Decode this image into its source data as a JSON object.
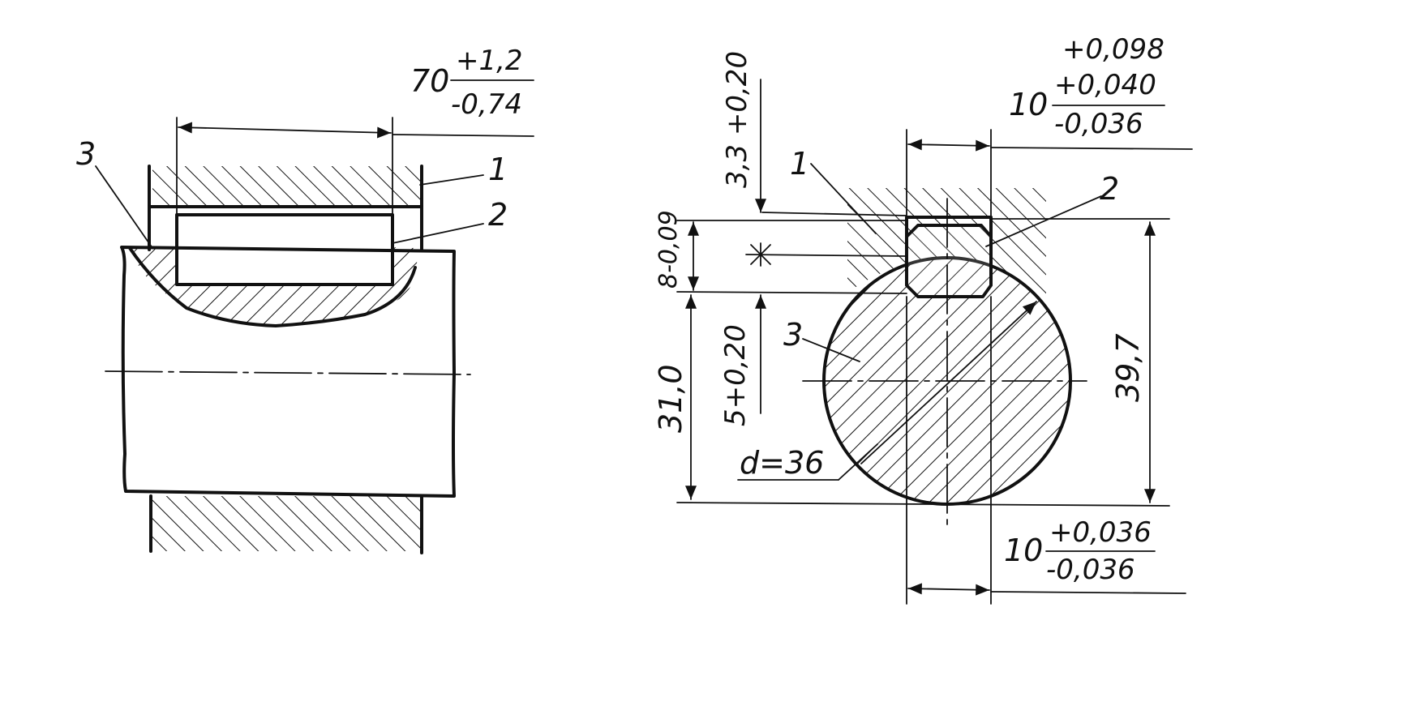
{
  "left_view": {
    "part_labels": {
      "p1": "1",
      "p2": "2",
      "p3": "3"
    },
    "length_dim": {
      "nominal": "70",
      "upper": "+1,2",
      "lower": "-0,74"
    }
  },
  "right_view": {
    "part_labels": {
      "p1": "1",
      "p2": "2",
      "p3": "3"
    },
    "key_width_dim": {
      "nominal": "10",
      "upper": "+0,098",
      "mid": "+0,040",
      "lower": "-0,036"
    },
    "bottom_width_dim": {
      "nominal": "10",
      "upper": "+0,036",
      "lower": "-0,036"
    },
    "hub_depth_dim": "3,3 +0,20",
    "key_height_dim": "8-0,09",
    "shaft_depth_dim": "5+0,20",
    "shaft_rem_dim": "31,0",
    "total_dim": "39,7",
    "diameter_label": "d=36"
  }
}
